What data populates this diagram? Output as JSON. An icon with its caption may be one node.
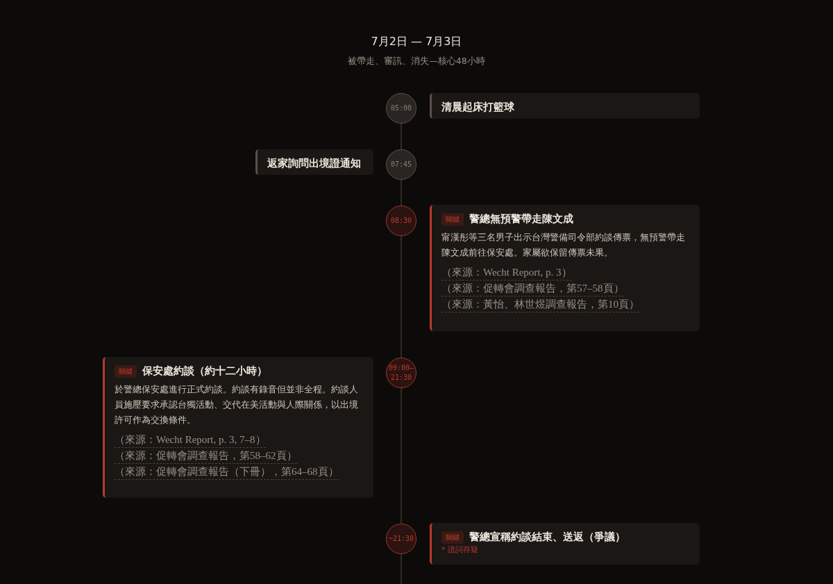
{
  "diagram": {
    "title": "7月2日 — 7月3日",
    "nodes": [
      {
        "text": [
          "05:00"
        ]
      },
      {
        "text": [
          "清晨起床打籃球"
        ]
      },
      {
        "text": [
          "返家詢問出境證通知"
        ]
      },
      {
        "text": [
          "07:45"
        ]
      },
      {
        "text": [
          "08:30"
        ]
      },
      {
        "text": [
          "關鍵",
          "警總無預警帶走陳文成",
          "甯漢彤等三名男子出示台灣警備司令部約談傳票，無預警帶走陳文成前往保安處。家屬欲保留傳票未果。",
          "（來源：Wecht Report, p. 3）",
          "（來源：促轉會調查報告，第57–58頁）",
          "（來源：黃怡、林世煜調查報告，第10頁）"
        ]
      },
      {
        "text": [
          "關鍵",
          "保安處約談（約十二小時）",
          "於警總保安處進行正式約談。約談有錄音但並非全程。約談人員施壓要求承認台獨活動、交代在美活動與人際關係，以出境許可作為交換條件。",
          "（來源：Wecht Report, p. 3, 7–8）",
          "（來源：促轉會調查報告，第58–62頁）",
          "（來源：促轉會調查報告（下冊），第64–68頁）"
        ]
      },
      {
        "text": [
          "09:00–21:30"
        ]
      },
      {
        "text": [
          "~21:30"
        ]
      },
      {
        "text": [
          "關鍵",
          "警總宣稱約談結束、送返（爭議）",
          "* 證詞存疑"
        ]
      }
    ],
    "labels": [
      "被帶走、審訊、消失—核心48小時"
    ]
  }
}
